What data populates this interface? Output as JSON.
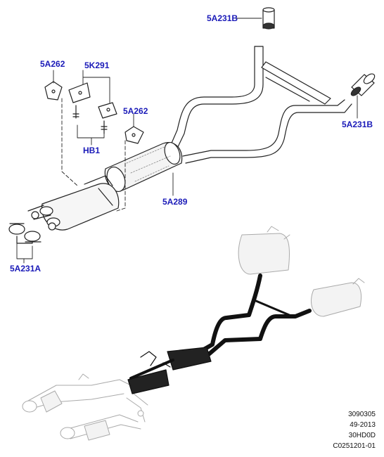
{
  "callouts": {
    "tailpipe_left": "5A231B",
    "tailpipe_right": "5A231B",
    "bracket_left": "5A262",
    "bracket_right": "5A262",
    "hanger_bracket": "5K291",
    "sensor_connector": "HB1",
    "resonator": "5A289",
    "clamp": "5A231A"
  },
  "footer": {
    "line1": "3090305",
    "line2": "49-2013",
    "line3": "30HD0D",
    "line4": "C0251201-01"
  },
  "colors": {
    "callout_text": "#1a1ab8",
    "line": "#222222",
    "highlight_pipe": "#111111",
    "ghost_part": "#bdbdbd"
  }
}
